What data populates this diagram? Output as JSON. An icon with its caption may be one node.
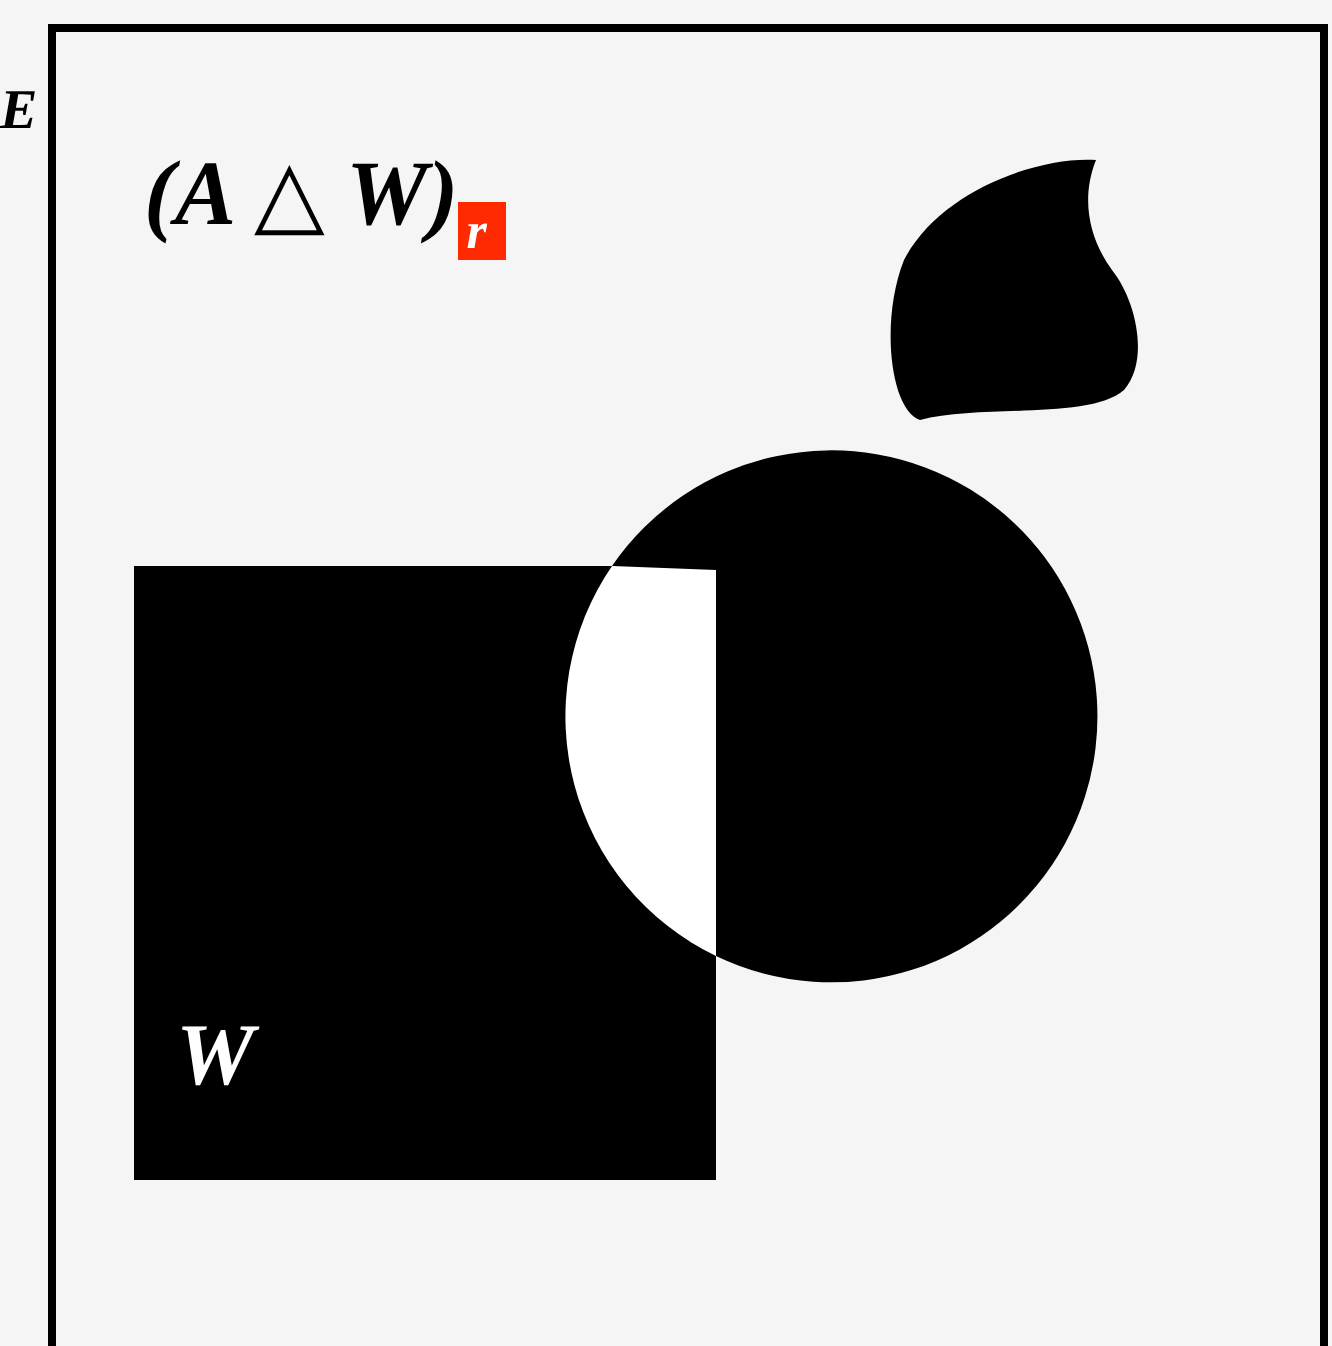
{
  "diagram": {
    "nodes": [
      {
        "text": [
          "E",
          "(A △ W)$_{r}$"
        ]
      },
      {
        "text": [
          "W"
        ],
        "in": 0
      }
    ],
    "edges": []
  }
}
